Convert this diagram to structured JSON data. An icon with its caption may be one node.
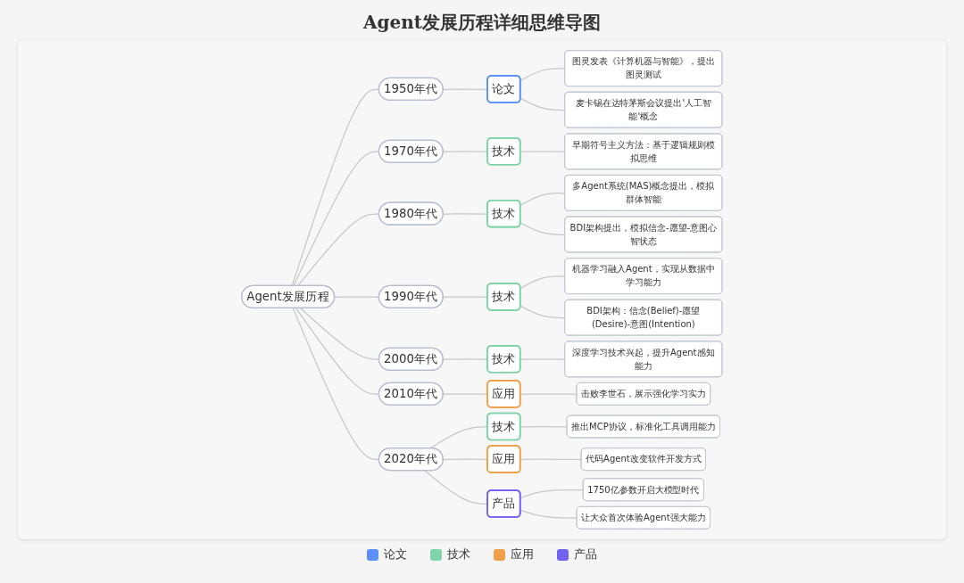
{
  "diagram": {
    "title": "Agent发展历程详细思维导图",
    "nodes": [
      {
        "text": [
          "Agent发展历程"
        ]
      },
      {
        "text": [
          "1950年代"
        ]
      },
      {
        "text": [
          "论文"
        ]
      },
      {
        "text": [
          "图灵发表《计算机器与智能》，提出图灵测试"
        ]
      },
      {
        "text": [
          "麦卡锡在达特茅斯会议提出'人工智能'概念"
        ]
      },
      {
        "text": [
          "1970年代"
        ]
      },
      {
        "text": [
          "技术"
        ]
      },
      {
        "text": [
          "早期符号主义方法：基于逻辑规则模拟思维"
        ]
      },
      {
        "text": [
          "1980年代"
        ]
      },
      {
        "text": [
          "技术"
        ]
      },
      {
        "text": [
          "多Agent系统(MAS)概念提出，模拟群体智能"
        ]
      },
      {
        "text": [
          "BDI架构提出，模拟信念-愿望-意图心智状态"
        ]
      },
      {
        "text": [
          "1990年代"
        ]
      },
      {
        "text": [
          "技术"
        ]
      },
      {
        "text": [
          "机器学习融入Agent，实现从数据中学习能力"
        ]
      },
      {
        "text": [
          "BDI架构：信念(Belief)-愿望(Desire)-意图(Intention)"
        ]
      },
      {
        "text": [
          "2000年代"
        ]
      },
      {
        "text": [
          "技术"
        ]
      },
      {
        "text": [
          "深度学习技术兴起，提升Agent感知能力"
        ]
      },
      {
        "text": [
          "2010年代"
        ]
      },
      {
        "text": [
          "应用"
        ]
      },
      {
        "text": [
          "击败李世石，展示强化学习实力"
        ]
      },
      {
        "text": [
          "2020年代"
        ]
      },
      {
        "text": [
          "技术"
        ]
      },
      {
        "text": [
          "推出MCP协议，标准化工具调用能力"
        ]
      },
      {
        "text": [
          "应用"
        ]
      },
      {
        "text": [
          "代码Agent改变软件开发方式"
        ]
      },
      {
        "text": [
          "产品"
        ]
      },
      {
        "text": [
          "1750亿参数开启大模型时代"
        ]
      },
      {
        "text": [
          "让大众首次体验Agent强大能力"
        ]
      }
    ],
    "edges": [
      {
        "from": 0,
        "to": 1,
        "arrow": "none"
      },
      {
        "from": 1,
        "to": 2,
        "arrow": "none"
      },
      {
        "from": 2,
        "to": 3,
        "arrow": "none"
      },
      {
        "from": 2,
        "to": 4,
        "arrow": "none"
      },
      {
        "from": 0,
        "to": 5,
        "arrow": "none"
      },
      {
        "from": 5,
        "to": 6,
        "arrow": "none"
      },
      {
        "from": 6,
        "to": 7,
        "arrow": "none"
      },
      {
        "from": 0,
        "to": 8,
        "arrow": "none"
      },
      {
        "from": 8,
        "to": 9,
        "arrow": "none"
      },
      {
        "from": 9,
        "to": 10,
        "arrow": "none"
      },
      {
        "from": 9,
        "to": 11,
        "arrow": "none"
      },
      {
        "from": 0,
        "to": 12,
        "arrow": "none"
      },
      {
        "from": 12,
        "to": 13,
        "arrow": "none"
      },
      {
        "from": 13,
        "to": 14,
        "arrow": "none"
      },
      {
        "from": 13,
        "to": 15,
        "arrow": "none"
      },
      {
        "from": 0,
        "to": 16,
        "arrow": "none"
      },
      {
        "from": 16,
        "to": 17,
        "arrow": "none"
      },
      {
        "from": 17,
        "to": 18,
        "arrow": "none"
      },
      {
        "from": 0,
        "to": 19,
        "arrow": "none"
      },
      {
        "from": 19,
        "to": 20,
        "arrow": "none"
      },
      {
        "from": 20,
        "to": 21,
        "arrow": "none"
      },
      {
        "from": 0,
        "to": 22,
        "arrow": "none"
      },
      {
        "from": 22,
        "to": 23,
        "arrow": "none"
      },
      {
        "from": 23,
        "to": 24,
        "arrow": "none"
      },
      {
        "from": 22,
        "to": 25,
        "arrow": "none"
      },
      {
        "from": 25,
        "to": 26,
        "arrow": "none"
      },
      {
        "from": 22,
        "to": 27,
        "arrow": "none"
      },
      {
        "from": 27,
        "to": 28,
        "arrow": "none"
      },
      {
        "from": 27,
        "to": 29,
        "arrow": "none"
      }
    ],
    "legend": [
      {
        "text": "论文",
        "color": "#5b8ff9"
      },
      {
        "text": "技术",
        "color": "#7fd3a8"
      },
      {
        "text": "应用",
        "color": "#f0a04b"
      },
      {
        "text": "产品",
        "color": "#7262f0"
      }
    ]
  }
}
